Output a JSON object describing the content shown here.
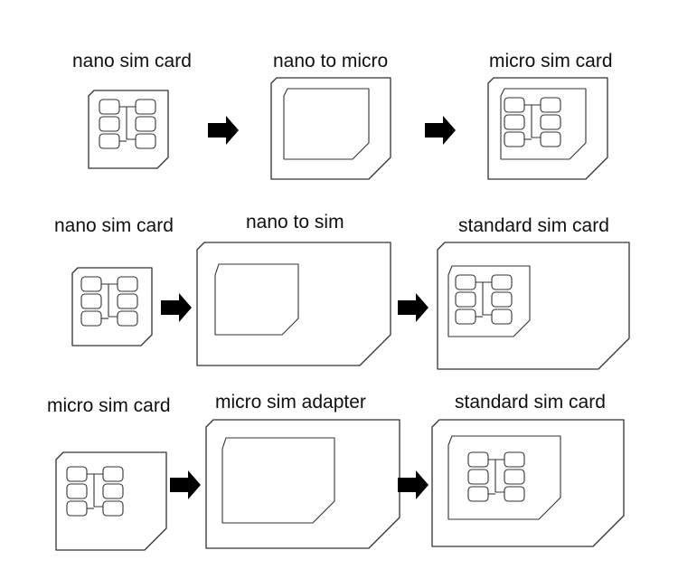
{
  "rows": [
    {
      "labels": [
        "nano sim card",
        "nano to micro",
        "micro sim card"
      ],
      "items": [
        "nano-card",
        "nano-to-micro-adapter",
        "micro-card-assembled"
      ],
      "arrows": [
        "arrow-right-icon",
        "arrow-right-icon"
      ]
    },
    {
      "labels": [
        "nano sim card",
        "nano to sim",
        "standard sim card"
      ],
      "items": [
        "nano-card",
        "nano-to-sim-adapter",
        "standard-card-assembled"
      ],
      "arrows": [
        "arrow-right-icon",
        "arrow-right-icon"
      ]
    },
    {
      "labels": [
        "micro sim card",
        "micro sim adapter",
        "standard sim card"
      ],
      "items": [
        "micro-card",
        "micro-sim-adapter",
        "standard-card-assembled"
      ],
      "arrows": [
        "arrow-right-icon",
        "arrow-right-icon"
      ]
    }
  ],
  "colors": {
    "stroke": "#333333",
    "arrow": "#000000",
    "text": "#111111",
    "background": "#ffffff"
  }
}
